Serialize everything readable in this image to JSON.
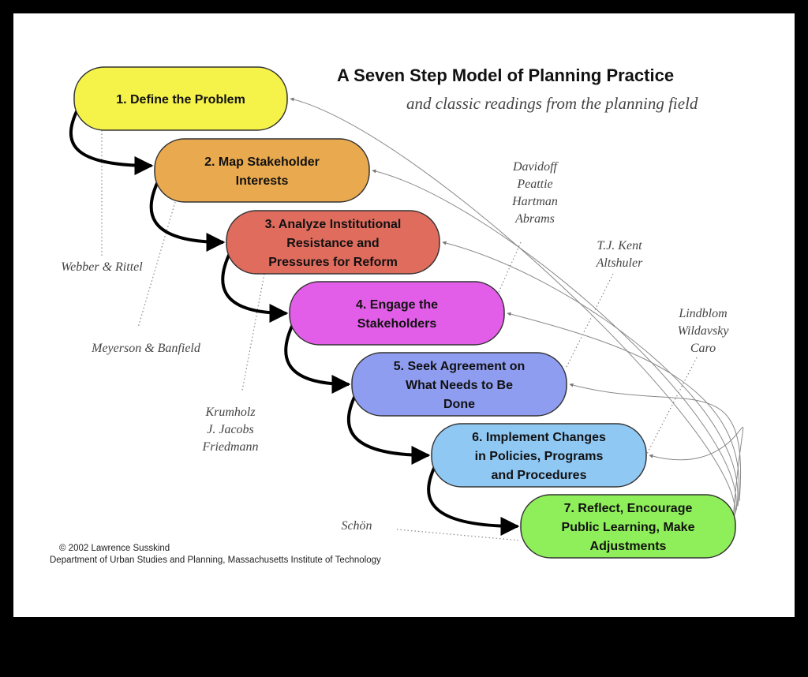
{
  "title": "A Seven Step Model of Planning Practice",
  "subtitle": "and classic readings from the planning field",
  "steps": [
    {
      "lines": [
        "1. Define the Problem"
      ],
      "color": "#f5f24a"
    },
    {
      "lines": [
        "2. Map Stakeholder",
        "Interests"
      ],
      "color": "#e9a94e"
    },
    {
      "lines": [
        "3. Analyze Institutional",
        "Resistance and",
        "Pressures for Reform"
      ],
      "color": "#e06c5e"
    },
    {
      "lines": [
        "4. Engage the",
        "Stakeholders"
      ],
      "color": "#e35ee8"
    },
    {
      "lines": [
        "5. Seek Agreement on",
        "What Needs to Be",
        "Done"
      ],
      "color": "#8f9df1"
    },
    {
      "lines": [
        "6. Implement Changes",
        "in Policies, Programs",
        "and Procedures"
      ],
      "color": "#90c8f4"
    },
    {
      "lines": [
        "7. Reflect, Encourage",
        "Public Learning, Make",
        "Adjustments"
      ],
      "color": "#8fef5a"
    }
  ],
  "readings": [
    {
      "lines": [
        "Webber & Rittel"
      ]
    },
    {
      "lines": [
        "Meyerson & Banfield"
      ]
    },
    {
      "lines": [
        "Krumholz",
        "J. Jacobs",
        "Friedmann"
      ]
    },
    {
      "lines": [
        "Davidoff",
        "Peattie",
        "Hartman",
        "Abrams"
      ]
    },
    {
      "lines": [
        "T.J. Kent",
        "Altshuler"
      ]
    },
    {
      "lines": [
        "Lindblom",
        "Wildavsky",
        "Caro"
      ]
    },
    {
      "lines": [
        "Schön"
      ]
    }
  ],
  "credit": {
    "line1": "© 2002  Lawrence Susskind",
    "line2": "Department of Urban Studies and Planning, Massachusetts Institute of Technology"
  }
}
